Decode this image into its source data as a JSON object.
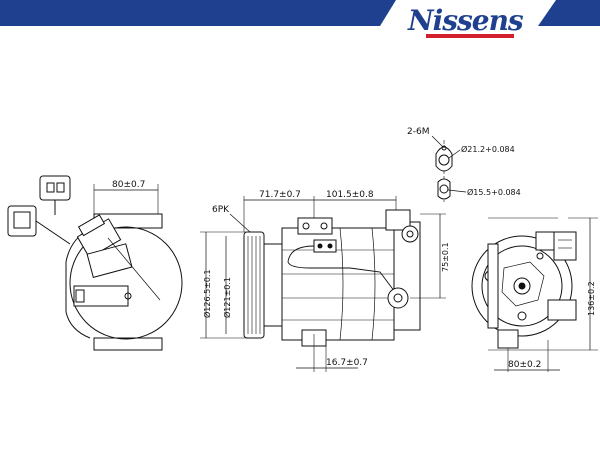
{
  "brand": {
    "name": "Nissens",
    "primary_color": "#1f3f8f",
    "accent_color": "#d21f2b"
  },
  "dimensions": {
    "top_width": "80±0.7",
    "belt": "6PK",
    "clutch_offset": "71.7±0.7",
    "body_length": "101.5±0.8",
    "pulley_outer": "Ø126.5±0.1",
    "pulley_inner": "Ø121±0.1",
    "port_height": "75±0.1",
    "bottom_offset": "16.7±0.7",
    "mount_thread": "2-6M",
    "port_large": "Ø21.2+0.084",
    "port_small": "Ø15.5+0.084",
    "total_height": "136±0.2",
    "bottom_width": "80±0.2"
  }
}
